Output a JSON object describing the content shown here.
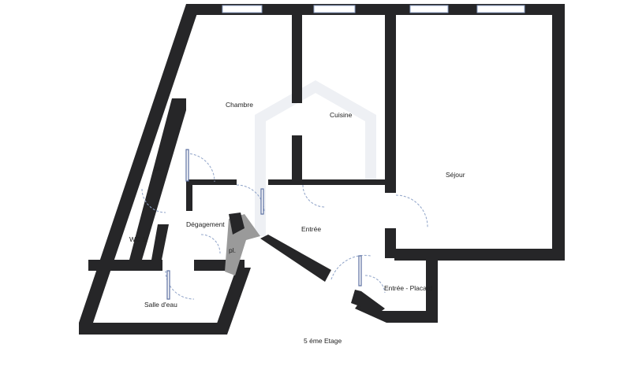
{
  "rooms": {
    "chambre": "Chambre",
    "cuisine": "Cuisine",
    "sejour": "Séjour",
    "placard1": "pl.",
    "wc": "WC 1",
    "degagement": "Dégagement",
    "placard2": "pl.",
    "entree": "Entrée",
    "entree_placard": "Entrée - Placard",
    "salle_eau": "Salle d'eau"
  },
  "floor_label": "5 éme Etage",
  "colors": {
    "wall": "#262628",
    "door": "#8fa3c8"
  }
}
